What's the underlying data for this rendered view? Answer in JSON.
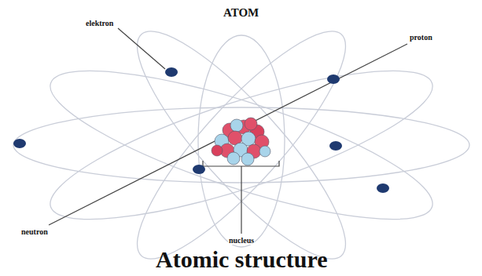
{
  "diagram": {
    "title": "ATOM",
    "caption": "Atomic structure",
    "labels": [
      "elektron",
      "proton",
      "neutron",
      "nucleus"
    ]
  }
}
